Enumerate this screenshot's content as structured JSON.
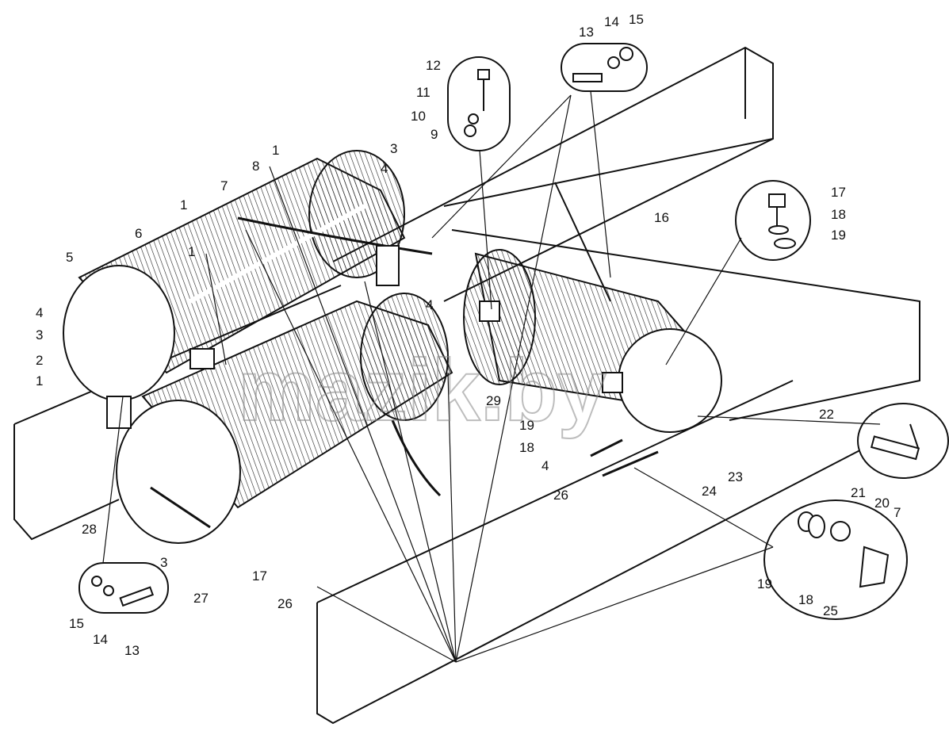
{
  "watermark": "mazik.by",
  "callouts": [
    {
      "id": "c1a",
      "label": "1"
    },
    {
      "id": "c1b",
      "label": "1"
    },
    {
      "id": "c1c",
      "label": "1"
    },
    {
      "id": "c1d",
      "label": "1"
    },
    {
      "id": "c2",
      "label": "2"
    },
    {
      "id": "c3a",
      "label": "3"
    },
    {
      "id": "c3b",
      "label": "3"
    },
    {
      "id": "c3c",
      "label": "3"
    },
    {
      "id": "c4a",
      "label": "4"
    },
    {
      "id": "c4b",
      "label": "4"
    },
    {
      "id": "c4c",
      "label": "4"
    },
    {
      "id": "c4d",
      "label": "4"
    },
    {
      "id": "c5",
      "label": "5"
    },
    {
      "id": "c6",
      "label": "6"
    },
    {
      "id": "c7a",
      "label": "7"
    },
    {
      "id": "c7b",
      "label": "7"
    },
    {
      "id": "c8",
      "label": "8"
    },
    {
      "id": "c9",
      "label": "9"
    },
    {
      "id": "c10",
      "label": "10"
    },
    {
      "id": "c11",
      "label": "11"
    },
    {
      "id": "c12",
      "label": "12"
    },
    {
      "id": "c13a",
      "label": "13"
    },
    {
      "id": "c13b",
      "label": "13"
    },
    {
      "id": "c14a",
      "label": "14"
    },
    {
      "id": "c14b",
      "label": "14"
    },
    {
      "id": "c15a",
      "label": "15"
    },
    {
      "id": "c15b",
      "label": "15"
    },
    {
      "id": "c16",
      "label": "16"
    },
    {
      "id": "c17a",
      "label": "17"
    },
    {
      "id": "c17b",
      "label": "17"
    },
    {
      "id": "c18a",
      "label": "18"
    },
    {
      "id": "c18b",
      "label": "18"
    },
    {
      "id": "c18c",
      "label": "18"
    },
    {
      "id": "c19a",
      "label": "19"
    },
    {
      "id": "c19b",
      "label": "19"
    },
    {
      "id": "c19c",
      "label": "19"
    },
    {
      "id": "c20",
      "label": "20"
    },
    {
      "id": "c21",
      "label": "21"
    },
    {
      "id": "c22",
      "label": "22"
    },
    {
      "id": "c23",
      "label": "23"
    },
    {
      "id": "c24",
      "label": "24"
    },
    {
      "id": "c25",
      "label": "25"
    },
    {
      "id": "c26a",
      "label": "26"
    },
    {
      "id": "c26b",
      "label": "26"
    },
    {
      "id": "c27",
      "label": "27"
    },
    {
      "id": "c28",
      "label": "28"
    },
    {
      "id": "c29",
      "label": "29"
    }
  ]
}
